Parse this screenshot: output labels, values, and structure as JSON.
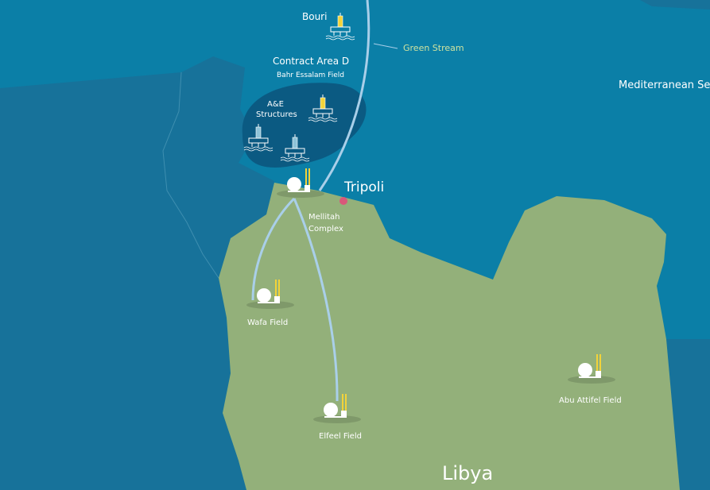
{
  "colors": {
    "sea": "#0b7fa7",
    "neighbor_land": "#17729a",
    "libya": "#93b07a",
    "field_area": "#0b5a82",
    "pipeline": "#a9cfe9",
    "city_dot": "#d9587a",
    "accent_label": "#cfe3a0",
    "platform_yellow": "#f2d33a"
  },
  "labels": {
    "bouri": "Bouri",
    "green_stream": "Green Stream",
    "contract_area": "Contract Area D",
    "bahr_essalam": "Bahr Essalam Field",
    "ae_structures_1": "A&E",
    "ae_structures_2": "Structures",
    "mediterranean": "Mediterranean Sea",
    "tripoli": "Tripoli",
    "mellitah_1": "Mellitah",
    "mellitah_2": "Complex",
    "wafa": "Wafa Field",
    "elfeel": "Elfeel Field",
    "abu_attifel": "Abu Attifel Field",
    "libya": "Libya"
  },
  "icons": [
    "offshore-platform-icon",
    "gas-plant-icon",
    "city-marker-icon"
  ]
}
